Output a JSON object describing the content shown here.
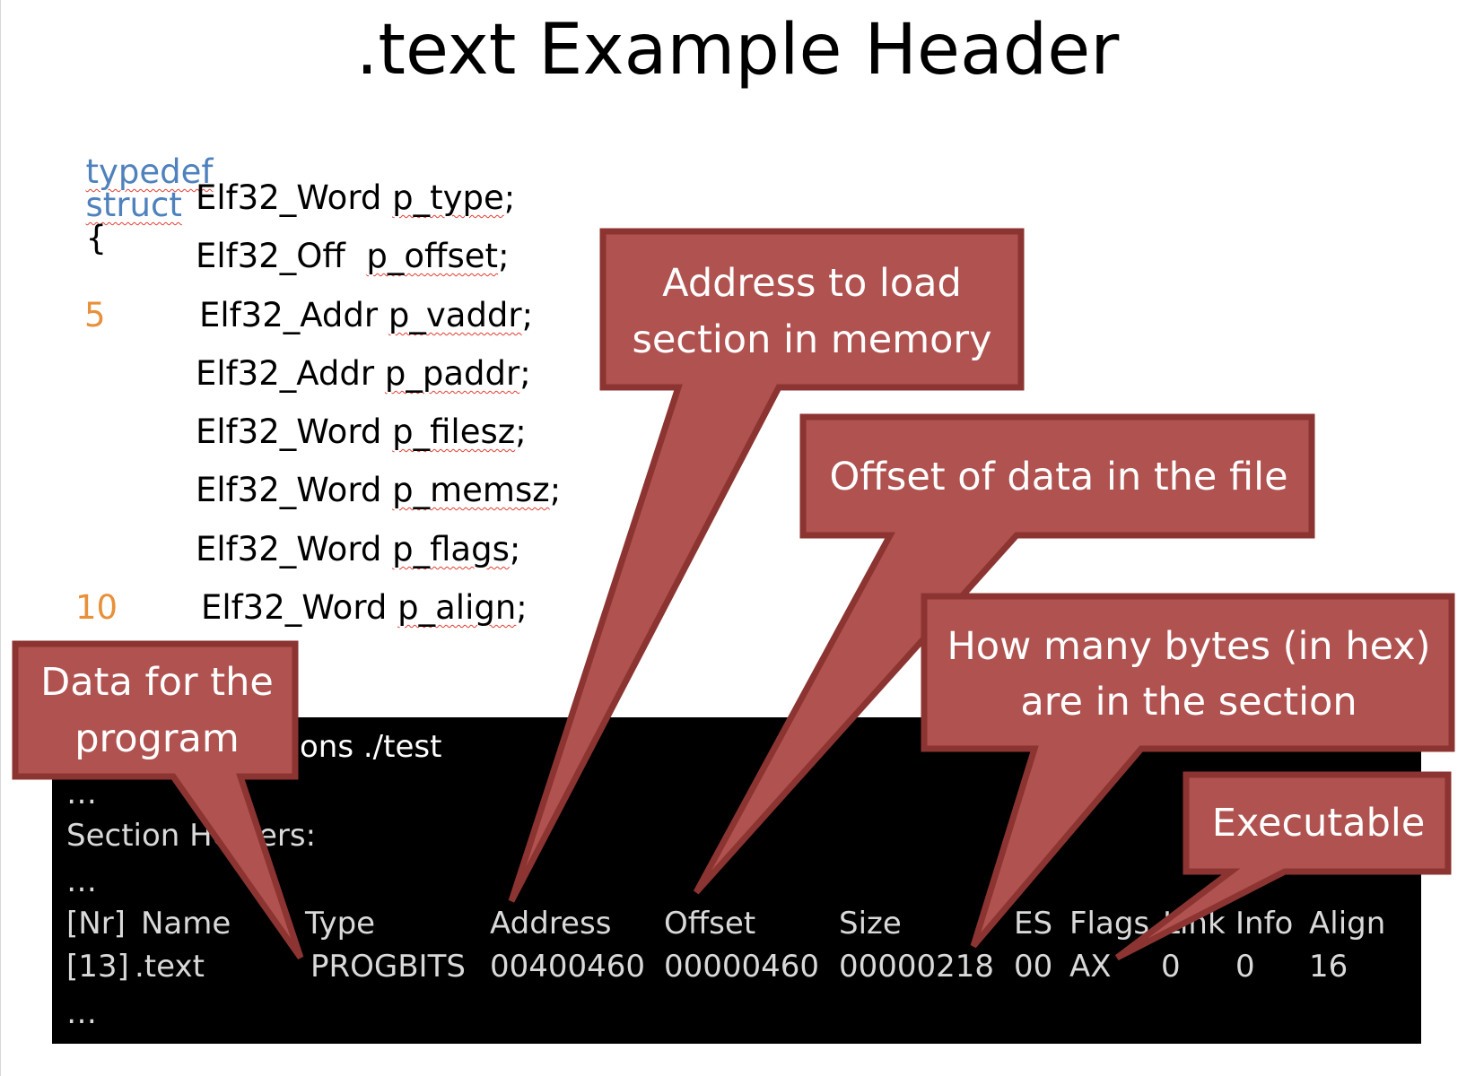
{
  "title": ".text Example Header",
  "code": {
    "keyword_typedef": "typedef",
    "keyword_struct": "struct",
    "open_brace": "{",
    "fields": [
      {
        "type": "Elf32_Word",
        "name": "p_type",
        "end": ";"
      },
      {
        "type": "Elf32_Off ",
        "name": "p_offset",
        "end": ";"
      },
      {
        "type": "Elf32_Addr",
        "name": "p_vaddr",
        "end": ";"
      },
      {
        "type": "Elf32_Addr",
        "name": "p_paddr",
        "end": ";"
      },
      {
        "type": "Elf32_Word",
        "name": "p_filesz",
        "end": ";"
      },
      {
        "type": "Elf32_Word",
        "name": "p_memsz",
        "end": ";"
      },
      {
        "type": "Elf32_Word",
        "name": "p_flags",
        "end": ";"
      },
      {
        "type": "Elf32_Word",
        "name": "p_align",
        "end": ";"
      }
    ],
    "line_numbers": [
      "5",
      "10"
    ]
  },
  "terminal": {
    "command_tail": "ons ./test",
    "ellipsis1": "…",
    "section_label_a": "Section He",
    "section_label_b": "ers:",
    "ellipsis2": "…",
    "headers": [
      "[Nr]",
      "Name",
      "Type",
      "Address",
      "Offset",
      "Size",
      "ES",
      "Flags",
      "Link",
      "Info",
      "Align"
    ],
    "row": [
      "[13]",
      ".text",
      "PROGBITS",
      "00400460",
      "00000460",
      "00000218",
      "00",
      "AX",
      "0",
      "0",
      "16"
    ],
    "ellipsis3": "…"
  },
  "callouts": {
    "address": "Address to load section in memory",
    "offset": "Offset of data in the file",
    "size": "How many bytes (in hex) are in the section",
    "program": "Data for the program",
    "executable": "Executable"
  },
  "colors": {
    "callout_fill": "#b0524f",
    "callout_stroke": "#8c3431",
    "keyword": "#4f81bd",
    "line_number": "#e8903a",
    "terminal_bg": "#000000"
  }
}
